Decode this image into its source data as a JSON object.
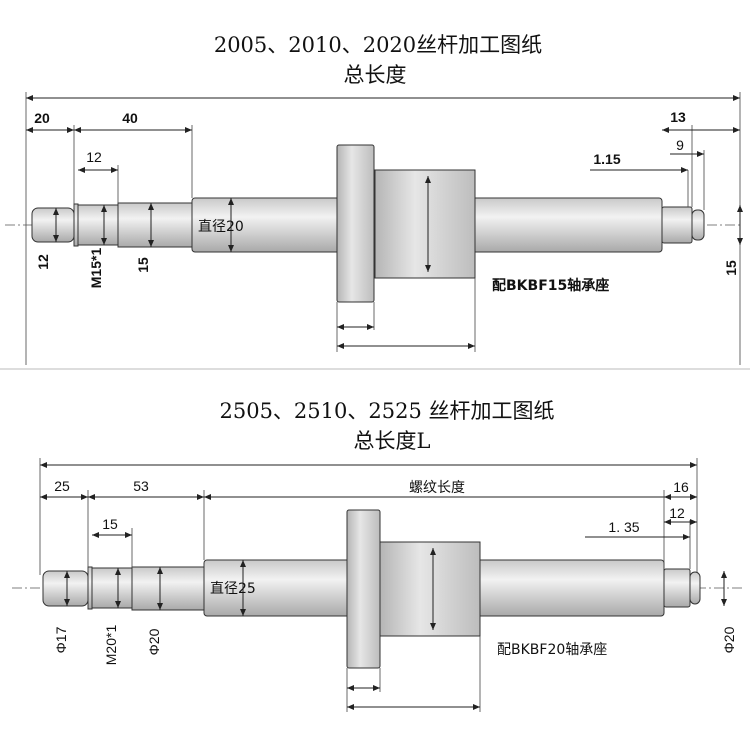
{
  "top": {
    "title": "2005、2010、2020丝杆加工图纸",
    "subtitle": "总长度",
    "dims": {
      "d20": "20",
      "d40": "40",
      "d12_len": "12",
      "d13": "13",
      "d115": "1.15",
      "d9": "9",
      "dia12": "12",
      "m15": "M15*1",
      "dia15_left": "15",
      "dia15_right": "15"
    },
    "diameter_label": "直径20",
    "bearing_note": "配BKBF15轴承座"
  },
  "bottom": {
    "title": "2505、2510、2525 丝杆加工图纸",
    "subtitle": "总长度L",
    "thread_length": "螺纹长度",
    "dims": {
      "d25": "25",
      "d53": "53",
      "d15_len": "15",
      "d16": "16",
      "d135": "1. 35",
      "d12": "12",
      "phi17": "Φ17",
      "m20": "M20*1",
      "phi20_left": "Φ20",
      "phi20_right": "Φ20"
    },
    "diameter_label": "直径25",
    "bearing_note": "配BKBF20轴承座"
  }
}
